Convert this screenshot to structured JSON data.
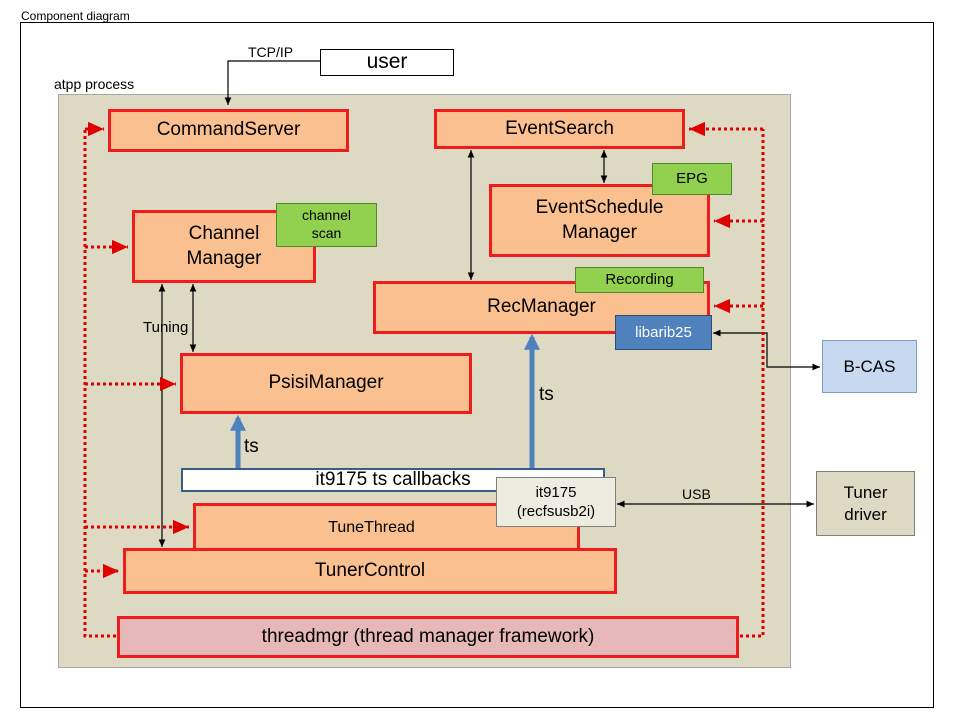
{
  "diagram": {
    "title": "Component diagram",
    "process_label": "atpp process",
    "external": {
      "user": "user",
      "tcpip_label": "TCP/IP",
      "bcas": "B-CAS",
      "tuner_driver": "Tuner driver",
      "usb_label": "USB"
    },
    "components": {
      "command_server": "CommandServer",
      "event_search": "EventSearch",
      "channel_manager": "Channel Manager",
      "channel_scan": "channel scan",
      "event_schedule_manager": "EventSchedule Manager",
      "epg": "EPG",
      "rec_manager": "RecManager",
      "recording": "Recording",
      "libarib25": "libarib25",
      "psisi_manager": "PsisiManager",
      "ts_callbacks": "it9175 ts callbacks",
      "it9175": "it9175 (recfsusb2i)",
      "tune_thread": "TuneThread",
      "tuner_control": "TunerControl",
      "threadmgr": "threadmgr (thread manager framework)"
    },
    "labels": {
      "tuning": "Tuning",
      "ts_left": "ts",
      "ts_right": "ts"
    },
    "colors": {
      "component_fill": "#fac090",
      "component_border": "#ee1c1c",
      "process_bg": "#ddd9c3",
      "tag_green": "#92d050",
      "lib_blue": "#4f81bd",
      "threadmgr_fill": "#e6b8b7",
      "ts_arrow": "#4f81bd"
    }
  }
}
